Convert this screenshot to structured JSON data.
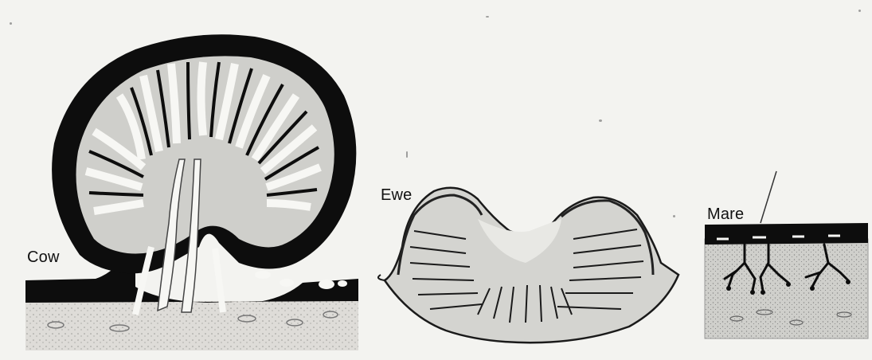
{
  "figure": {
    "labels": {
      "cow": "Cow",
      "ewe": "Ewe",
      "mare": "Mare"
    }
  },
  "colors": {
    "paper": "#f3f3f0",
    "ink": "#0d0d0d",
    "stroma": "#cfcfcc",
    "tissue": "#d9d9d6"
  }
}
